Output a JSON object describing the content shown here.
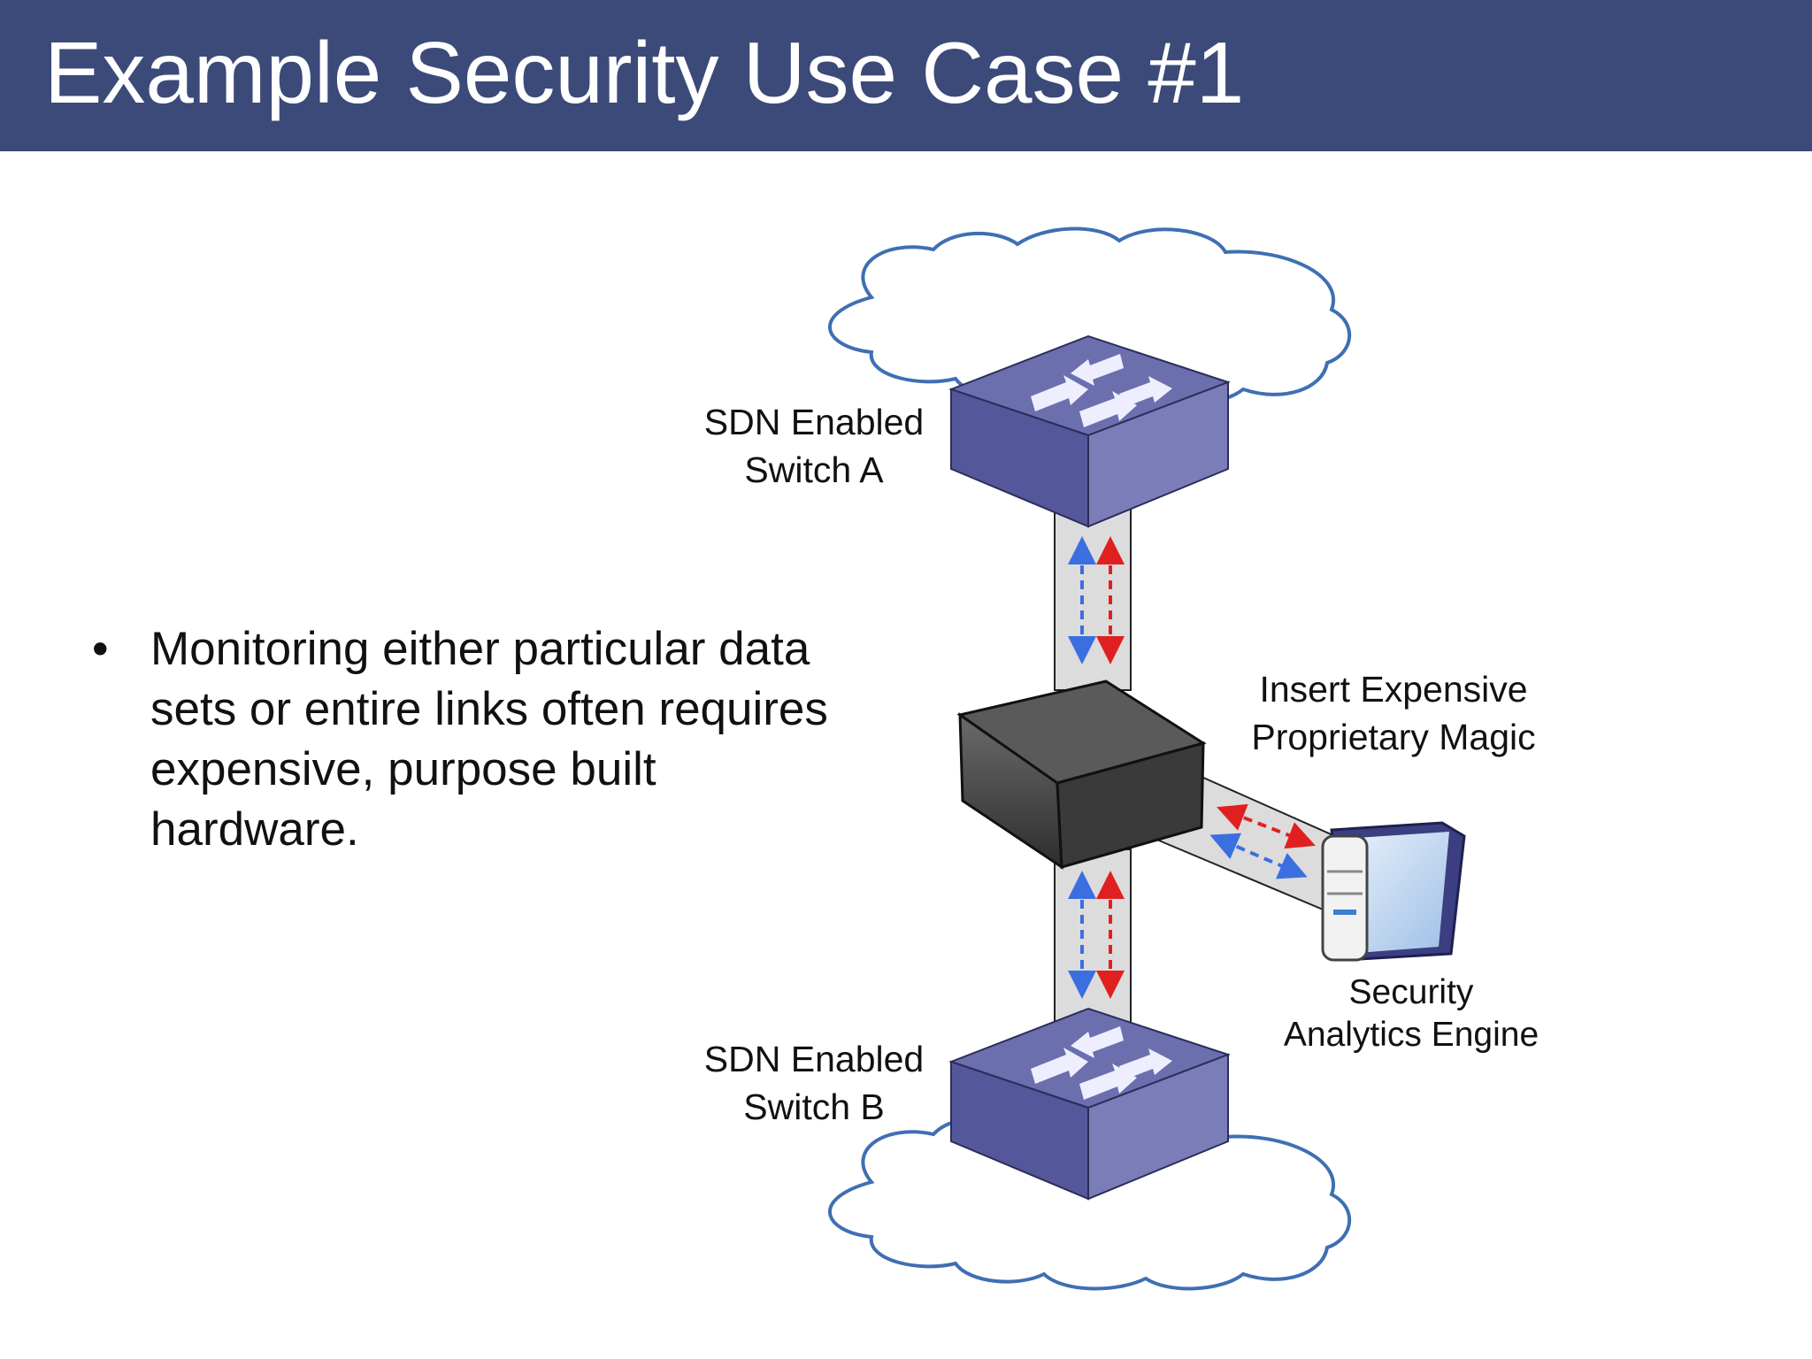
{
  "slide": {
    "title": "Example Security Use Case #1",
    "bullets": [
      {
        "marker": "•",
        "lines": [
          "Monitoring either particular data",
          "sets or entire links often requires",
          "expensive, purpose built",
          "hardware."
        ]
      }
    ]
  },
  "diagram": {
    "switch_a": {
      "lines": [
        "SDN Enabled",
        "Switch A"
      ]
    },
    "switch_b": {
      "lines": [
        "SDN Enabled",
        "Switch B"
      ]
    },
    "appliance": {
      "lines": [
        "Insert Expensive",
        "Proprietary Magic"
      ]
    },
    "engine": {
      "lines": [
        "Security",
        "Analytics Engine"
      ]
    },
    "colors": {
      "title_bar": "#3b4a78",
      "switch_top": "#6c6fae",
      "switch_side": "#4d5090",
      "cloud_outline": "#3f6fb3",
      "flow_blue": "#3b6fe0",
      "flow_red": "#e02020",
      "link": "#d9d9d9",
      "appliance": "#4a4a4a"
    }
  }
}
